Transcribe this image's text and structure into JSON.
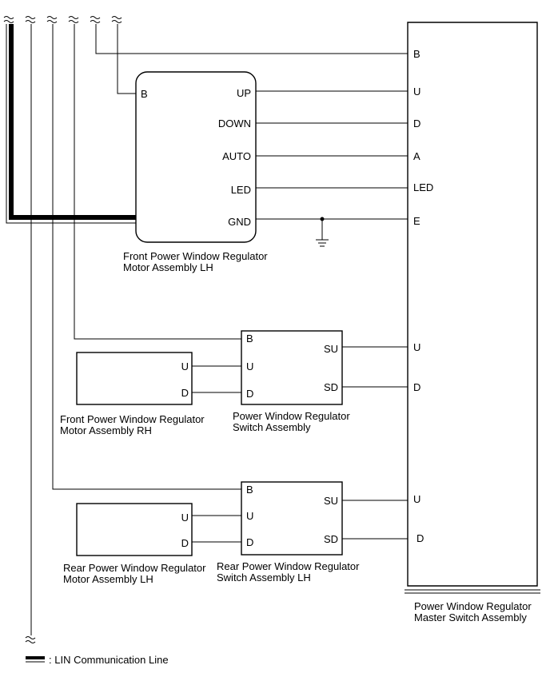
{
  "components": {
    "front_motor_lh": {
      "name_line1": "Front Power Window Regulator",
      "name_line2": "Motor Assembly LH",
      "pins": {
        "b": "B",
        "up": "UP",
        "down": "DOWN",
        "auto": "AUTO",
        "led": "LED",
        "gnd": "GND"
      }
    },
    "front_motor_rh": {
      "name_line1": "Front Power Window Regulator",
      "name_line2": "Motor Assembly RH",
      "pins": {
        "u": "U",
        "d": "D"
      }
    },
    "front_switch": {
      "name_line1": "Power Window Regulator",
      "name_line2": "Switch Assembly",
      "pins": {
        "b": "B",
        "u": "U",
        "d": "D",
        "su": "SU",
        "sd": "SD"
      }
    },
    "rear_motor_lh": {
      "name_line1": "Rear Power Window Regulator",
      "name_line2": "Motor Assembly LH",
      "pins": {
        "u": "U",
        "d": "D"
      }
    },
    "rear_switch_lh": {
      "name_line1": "Rear Power Window Regulator",
      "name_line2": "Switch Assembly LH",
      "pins": {
        "b": "B",
        "u": "U",
        "d": "D",
        "su": "SU",
        "sd": "SD"
      }
    },
    "master_switch": {
      "name_line1": "Power Window Regulator",
      "name_line2": "Master Switch Assembly",
      "pins": {
        "b": "B",
        "u": "U",
        "d": "D",
        "a": "A",
        "led": "LED",
        "e": "E",
        "u2": "U",
        "d2": "D",
        "u3": "U",
        "d3": "D"
      }
    }
  },
  "legend": {
    "label": ": LIN Communication Line"
  }
}
